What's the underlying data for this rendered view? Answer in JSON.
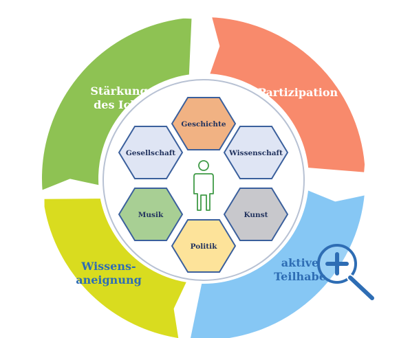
{
  "segments": [
    {
      "id": "staerkung",
      "lines": [
        "Stärkung",
        "des Ichs"
      ],
      "fill": "#8ec253",
      "text_color": "#ffffff"
    },
    {
      "id": "partizipation",
      "lines": [
        "Partizipation"
      ],
      "fill": "#f88a6c",
      "text_color": "#ffffff"
    },
    {
      "id": "teilhabe",
      "lines": [
        "aktive",
        "Teilhabe"
      ],
      "fill": "#86c7f4",
      "text_color": "#2e6db4"
    },
    {
      "id": "wissensaneignung",
      "lines": [
        "Wissens-",
        "aneignung"
      ],
      "fill": "#d9dc1f",
      "text_color": "#2e6db4"
    }
  ],
  "hexagons": [
    {
      "id": "geschichte",
      "label": "Geschichte",
      "fill": "#f1b283"
    },
    {
      "id": "wissenschaft",
      "label": "Wissenschaft",
      "fill": "#dfe5f4"
    },
    {
      "id": "kunst",
      "label": "Kunst",
      "fill": "#c8c8cc"
    },
    {
      "id": "politik",
      "label": "Politik",
      "fill": "#fde39a"
    },
    {
      "id": "musik",
      "label": "Musik",
      "fill": "#a8cf94"
    },
    {
      "id": "gesellschaft",
      "label": "Gesellschaft",
      "fill": "#dfe5f4"
    }
  ],
  "colors": {
    "hex_stroke": "#3a5f9c",
    "inner_circle_stroke": "#b7c1d3",
    "gap": "#ffffff",
    "person_stroke": "#3f9a46",
    "zoom_icon": "#2e6db4"
  },
  "icons": {
    "center": "person-icon",
    "overlay": "zoom-in-icon"
  }
}
